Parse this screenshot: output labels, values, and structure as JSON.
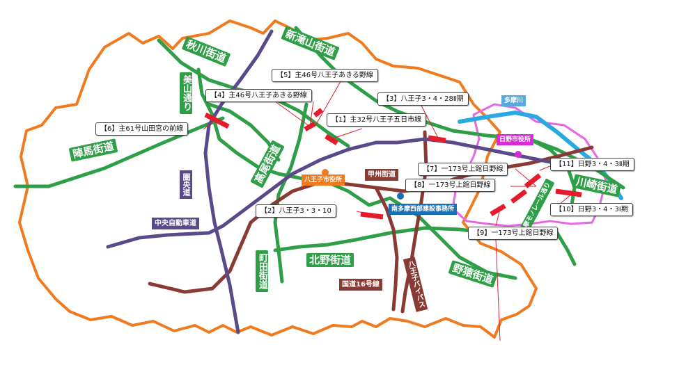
{
  "road_labels": {
    "akigawa": "秋川街道",
    "shintakiyama": "新滝山街道",
    "yoshiyama": "美山通り",
    "jinba": "陣馬街道",
    "takao": "高尾街道",
    "kitano": "北野街道",
    "machida": "町田街道",
    "noen": "野猿街道",
    "kawasaki": "川崎街道"
  },
  "purple_labels": {
    "kenou": "圏央道",
    "chuo_expressway": "中央自動車道"
  },
  "brown_labels": {
    "koshu": "甲州街道",
    "route16": "国道16号線",
    "bypass": "八王子バイパス"
  },
  "other_labels": {
    "tama_monorail": "多摩モノレール通り",
    "tamagawa": "多摩川"
  },
  "offices": {
    "hachioji_city": "八王子市役所",
    "hino_city": "日野市役所",
    "minamitama": "南多摩西部建設事務所"
  },
  "callouts": {
    "c1": "【1】主32号八王子五日市線",
    "c2": "【2】八王子3・3・10",
    "c3": "【3】八王子3・4・28Ⅱ期",
    "c4": "【4】主46号八王子あきる野線",
    "c5": "【5】主46号八王子あきる野線",
    "c6": "【6】主61号山田宮の前線",
    "c7": "【7】一173号上館日野線",
    "c8": "【8】一173号上館日野線",
    "c9": "【9】一173号上館日野線",
    "c10": "【10】日野3・4・3Ⅰ期",
    "c11": "【11】日野3・4・3Ⅱ期"
  },
  "colors": {
    "boundary": "#f07a1e",
    "hino_boundary": "#e766e6",
    "green_road": "#2e9e47",
    "expressway": "#5a4a8a",
    "national_road": "#8a3a34",
    "river": "#29a9e0",
    "construction": "#e51a2a",
    "hachioji_office": "#f07a1e",
    "hino_office": "#d62bd6",
    "minamitama_office": "#1b6fb3"
  }
}
